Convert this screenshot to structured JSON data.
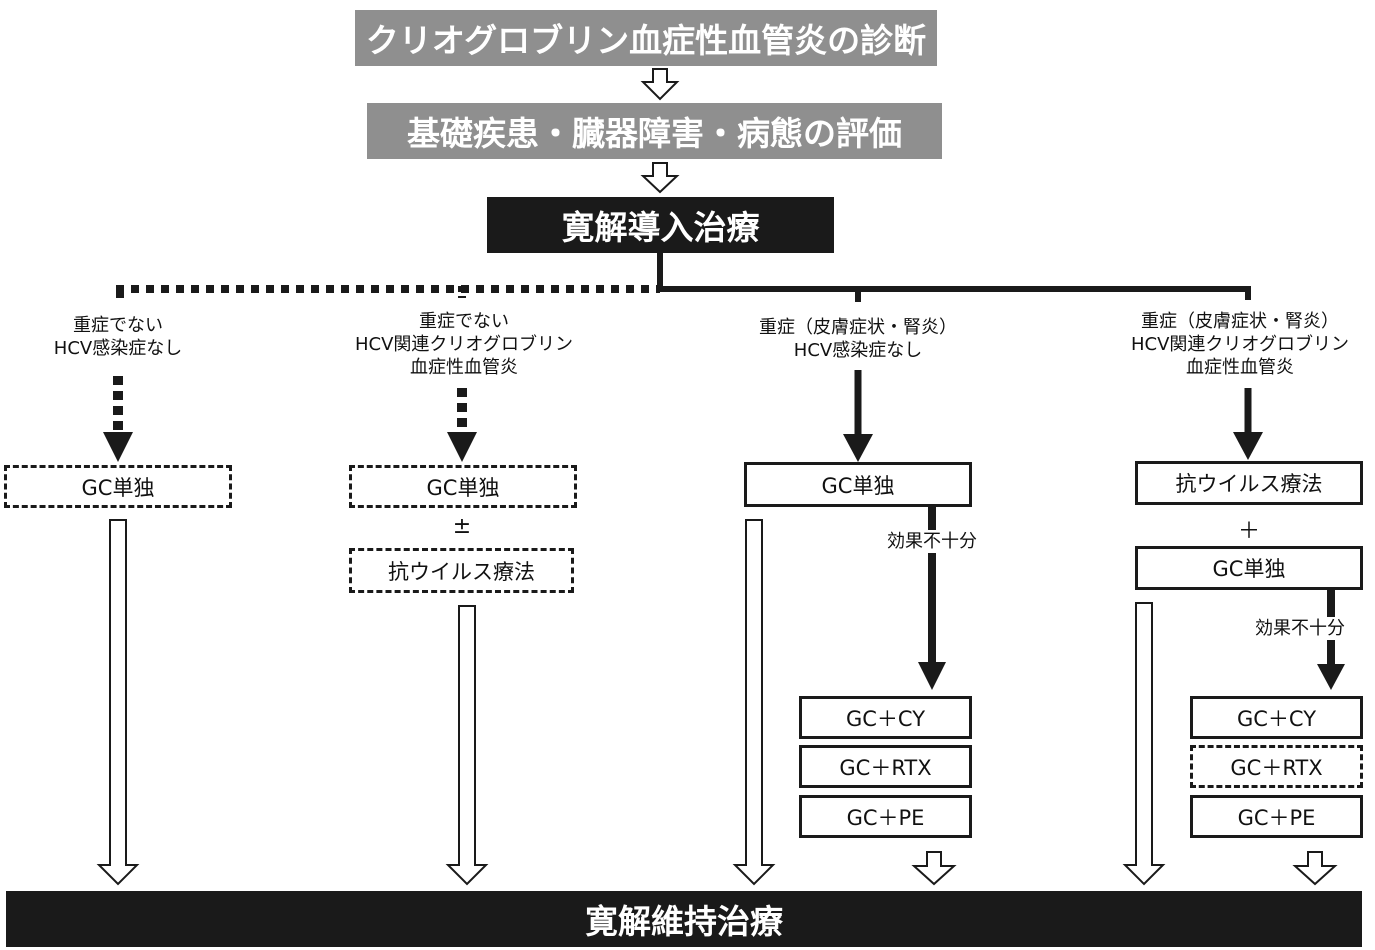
{
  "header": {
    "diagnosis": "クリオグロブリン血症性血管炎の診断",
    "evaluation": "基礎疾患・臓器障害・病態の評価",
    "induction": "寛解導入治療",
    "maintenance": "寛解維持治療"
  },
  "branches": [
    {
      "condition_line1": "重症でない",
      "condition_line2": "HCV感染症なし",
      "treatment": "GC単独"
    },
    {
      "condition_line1": "重症でない",
      "condition_line2": "HCV関連クリオグロブリン",
      "condition_line3": "血症性血管炎",
      "treatment1": "GC単独",
      "connector": "±",
      "treatment2": "抗ウイルス療法"
    },
    {
      "condition_line1": "重症（皮膚症状・腎炎）",
      "condition_line2": "HCV感染症なし",
      "treatment": "GC単独",
      "insufficient": "効果不十分",
      "options": [
        "GC＋CY",
        "GC＋RTX",
        "GC＋PE"
      ]
    },
    {
      "condition_line1": "重症（皮膚症状・腎炎）",
      "condition_line2": "HCV関連クリオグロブリン",
      "condition_line3": "血症性血管炎",
      "treatment1": "抗ウイルス療法",
      "connector": "＋",
      "treatment2": "GC単独",
      "insufficient": "効果不十分",
      "options": [
        "GC＋CY",
        "GC＋RTX",
        "GC＋PE"
      ]
    }
  ]
}
